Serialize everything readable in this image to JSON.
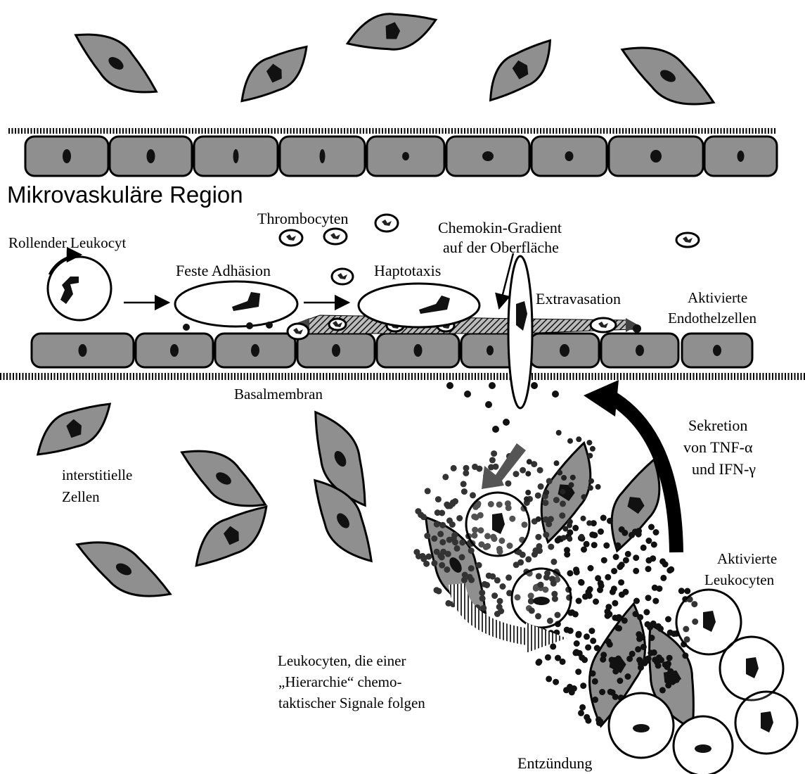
{
  "labels": {
    "region": "Mikrovaskuläre Region",
    "thrombocyten": "Thrombocyten",
    "rolling": "Rollender Leukocyt",
    "adhesion": "Feste Adhäsion",
    "haptotaxis": "Haptotaxis",
    "gradient_line1": "Chemokin-Gradient",
    "gradient_line2": "auf der Oberfläche",
    "extravasation": "Extravasation",
    "act_endo_line1": "Aktivierte",
    "act_endo_line2": "Endothelzellen",
    "basalmembran": "Basalmembran",
    "secretion_line1": "Sekretion",
    "secretion_line2": "von TNF-α",
    "secretion_line3": "und IFN-γ",
    "interstitial_line1": "interstitielle",
    "interstitial_line2": "Zellen",
    "act_leuko_line1": "Aktivierte",
    "act_leuko_line2": "Leukocyten",
    "hierarchy_line1": "Leukocyten, die einer",
    "hierarchy_line2": "„Hierarchie“ chemo-",
    "hierarchy_line3": "taktischer Signale folgen",
    "entzuendung": "Entzündung"
  },
  "colors": {
    "cell_fill": "#8f8f8f",
    "nucleus": "#111111",
    "outline": "#000000"
  }
}
